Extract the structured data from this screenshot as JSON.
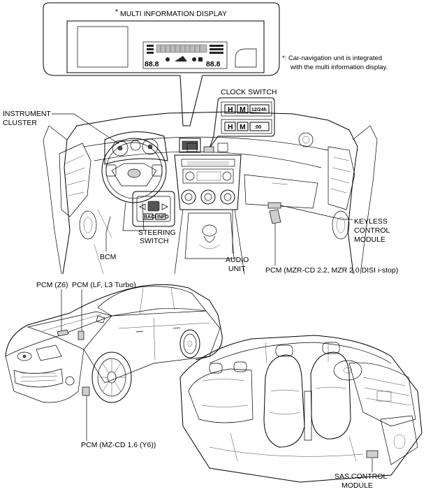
{
  "labels": {
    "mid_title_mark": "*",
    "mid_title": "MULTI INFORMATION DISPLAY",
    "footnote_line1": "*: Car-navigation unit is integrated",
    "footnote_line2": "with the multi information display.",
    "clock_switch": "CLOCK SWITCH",
    "instrument_cluster_line1": "INSTRUMENT",
    "instrument_cluster_line2": "CLUSTER",
    "steering_switch_line1": "STEERING",
    "steering_switch_line2": "SWITCH",
    "bcm": "BCM",
    "audio_unit_line1": "AUDIO",
    "audio_unit_line2": "UNIT",
    "keyless_line1": "KEYLESS",
    "keyless_line2": "CONTROL",
    "keyless_line3": "MODULE",
    "pcm_mzr": "PCM (MZR-CD 2.2, MZR 2.0 DISI i-stop)",
    "pcm_z6": "PCM (Z6)",
    "pcm_lf": "PCM (LF, L3 Turbo)",
    "pcm_mzcd": "PCM (MZ-CD 1.6 (Y6))",
    "sas_line1": "SAS CONTROL",
    "sas_line2": "MODULE"
  },
  "clock_buttons": {
    "row1": [
      "H",
      "M",
      "12/24h"
    ],
    "row2": [
      "H",
      "M",
      ":00"
    ]
  },
  "display_text": {
    "left_segment": "88.8",
    "right_segment": "88.8"
  },
  "steering_buttons": [
    "BACK",
    "INFO"
  ]
}
